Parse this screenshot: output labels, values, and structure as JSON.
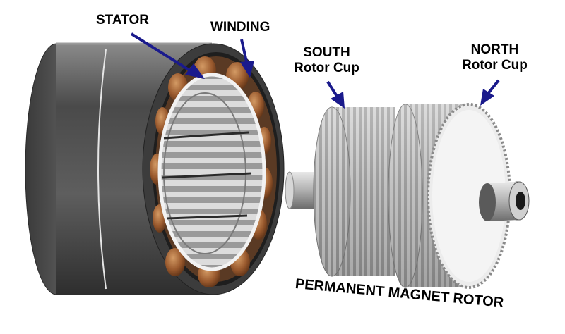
{
  "labels": {
    "stator": "STATOR",
    "winding": "WINDING",
    "south_line1": "SOUTH",
    "south_line2": "Rotor Cup",
    "north_line1": "NORTH",
    "north_line2": "Rotor Cup",
    "permanent_magnet_rotor": "PERMANENT MAGNET ROTOR"
  },
  "colors": {
    "arrow": "#1a1a8c",
    "housing": "#5c5c5c",
    "copper": "#9a5a2e",
    "steel": "#c8c8c8"
  }
}
